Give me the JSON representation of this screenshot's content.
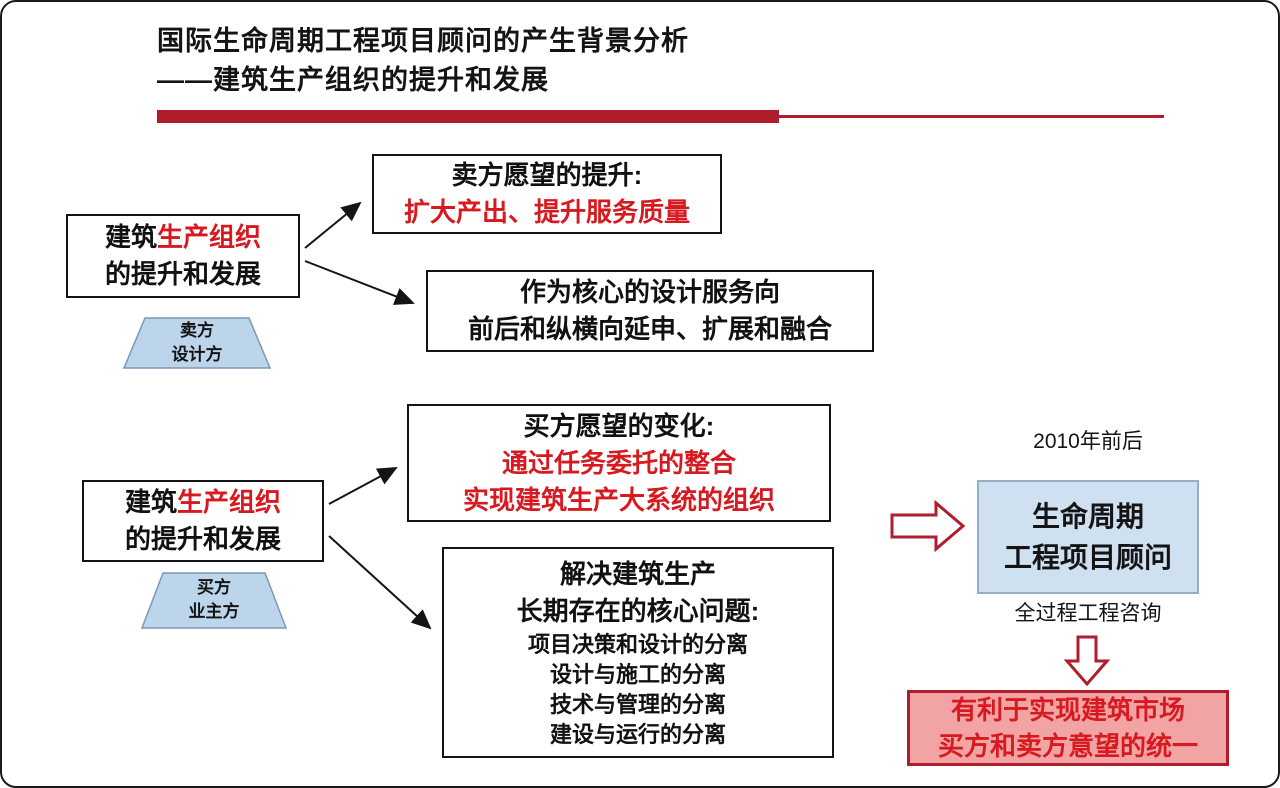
{
  "title": {
    "line1": "国际生命周期工程项目顾问的产生背景分析",
    "line2": "——建筑生产组织的提升和发展"
  },
  "seller_section": {
    "source_box": {
      "black1": "建筑",
      "red1": "生产组织",
      "line2": "的提升和发展"
    },
    "trapezoid": {
      "line1": "卖方",
      "line2": "设计方"
    },
    "box1": {
      "line1": "卖方愿望的提升:",
      "line2_red": "扩大产出、提升服务质量"
    },
    "box2": {
      "line1": "作为核心的设计服务向",
      "line2": "前后和纵横向延申、扩展和融合"
    }
  },
  "buyer_section": {
    "source_box": {
      "black1": "建筑",
      "red1": "生产组织",
      "line2": "的提升和发展"
    },
    "trapezoid": {
      "line1": "买方",
      "line2": "业主方"
    },
    "box1": {
      "line1": "买方愿望的变化:",
      "line2_red": "通过任务委托的整合",
      "line3_red": "实现建筑生产大系统的组织"
    },
    "box2": {
      "line1": "解决建筑生产",
      "line2": "长期存在的核心问题:",
      "items": [
        "项目决策和设计的分离",
        "设计与施工的分离",
        "技术与管理的分离",
        "建设与运行的分离"
      ]
    }
  },
  "result_section": {
    "timeline_label": "2010年前后",
    "result_box": {
      "line1": "生命周期",
      "line2": "工程项目顾问"
    },
    "caption": "全过程工程咨询",
    "final_box": {
      "line1": "有利于实现建筑市场",
      "line2": "买方和卖方意望的统一"
    }
  },
  "colors": {
    "accent_red": "#b01d2c",
    "text_red": "#d71920",
    "light_blue": "#cfe0f0",
    "trapezoid_blue": "#bcd5eb",
    "pink": "#f2a3a3"
  }
}
